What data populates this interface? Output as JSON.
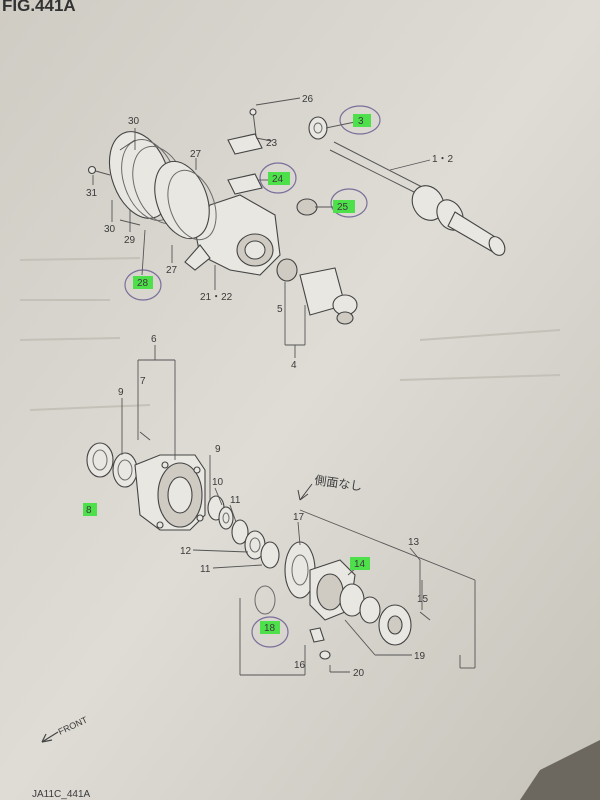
{
  "figure_title": "FIG.441A",
  "footer_code": "JA11C_441A",
  "front_label": "FRONT",
  "handwritten_note": "側面なし",
  "labels": {
    "p26": "26",
    "p3": "3",
    "p30a": "30",
    "p23": "23",
    "p27a": "27",
    "p24": "24",
    "p12": "1・2",
    "p31": "31",
    "p25": "25",
    "p30b": "30",
    "p29": "29",
    "p27b": "27",
    "p28": "28",
    "p2122": "21・22",
    "p5": "5",
    "p4": "4",
    "p6": "6",
    "p9a": "9",
    "p7": "7",
    "p8": "8",
    "p9b": "9",
    "p10": "10",
    "p11a": "11",
    "p17": "17",
    "p13": "13",
    "p12b": "12",
    "p11b": "11",
    "p14": "14",
    "p15": "15",
    "p18": "18",
    "p19": "19",
    "p16": "16",
    "p20": "20"
  },
  "colors": {
    "highlight": "#4ee04a",
    "paper": "#dcdad3",
    "background": "#5a5750"
  }
}
